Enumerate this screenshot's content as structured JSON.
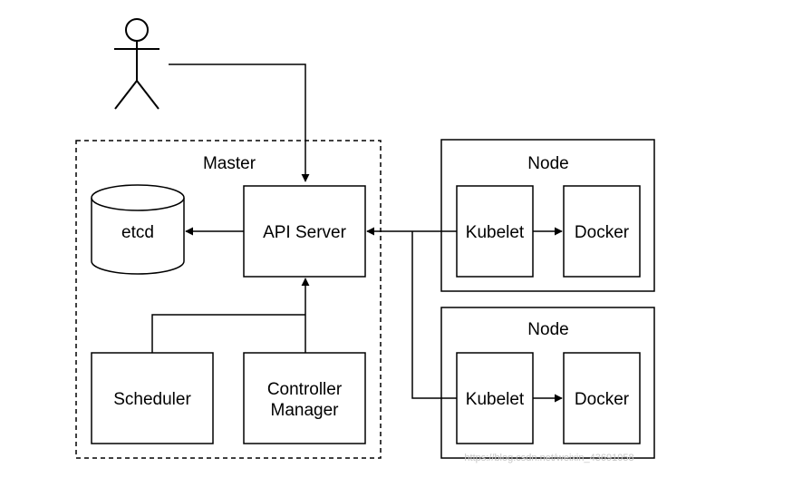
{
  "master": {
    "label": "Master"
  },
  "etcd": {
    "label": "etcd"
  },
  "api_server": {
    "label": "API Server"
  },
  "scheduler": {
    "label": "Scheduler"
  },
  "controller_manager": {
    "label_line1": "Controller",
    "label_line2": "Manager"
  },
  "nodes": [
    {
      "label": "Node",
      "kubelet": "Kubelet",
      "docker": "Docker"
    },
    {
      "label": "Node",
      "kubelet": "Kubelet",
      "docker": "Docker"
    }
  ],
  "watermark": "https://blog.csdn.net/weixin_43691058",
  "colors": {
    "stroke": "#000000",
    "background": "#ffffff",
    "watermark": "#c8c8c8"
  }
}
